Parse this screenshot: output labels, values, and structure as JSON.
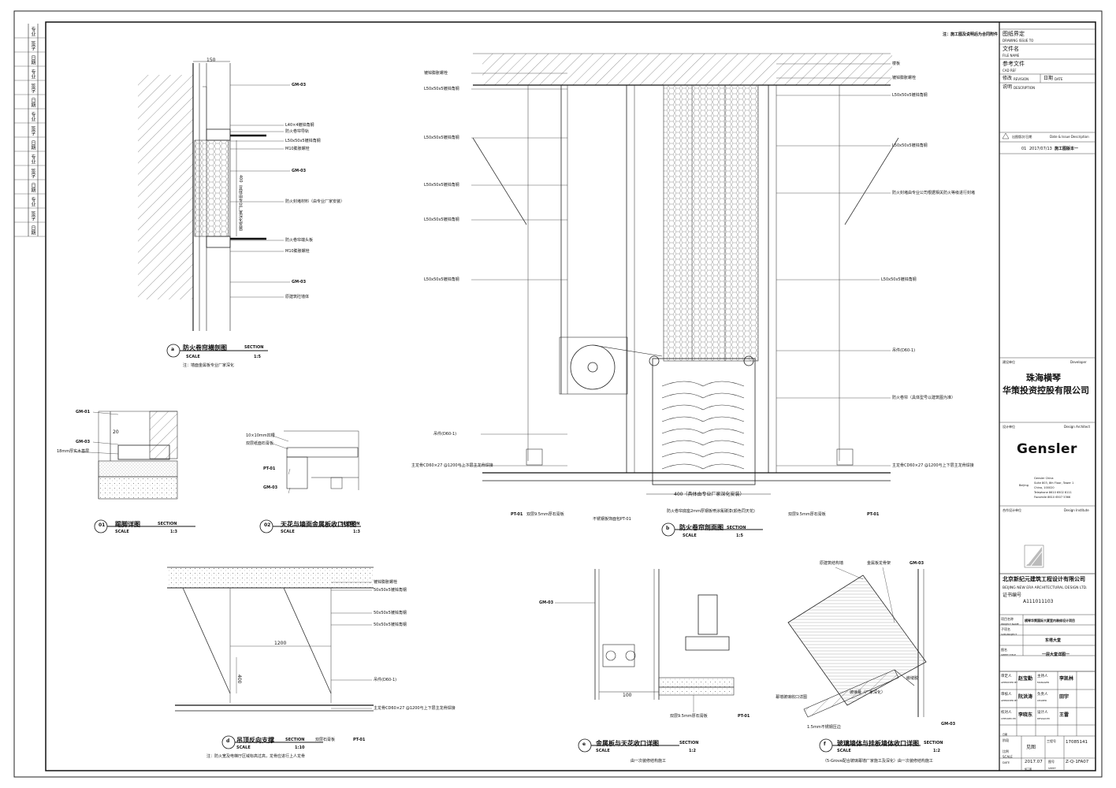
{
  "header_note": "注：施工图及说明后为合同附件",
  "left_strip": {
    "labels": [
      "专业",
      "签字",
      "日期",
      "专业",
      "签字",
      "日期",
      "专业",
      "签字",
      "日期",
      "专业",
      "签字",
      "日期",
      "专业",
      "签字",
      "日期"
    ]
  },
  "title_block": {
    "drawing_title_zh": "图纸界定",
    "drawing_title_en": "DRAWING ISSUE TO",
    "file_name_zh": "文件名",
    "file_name_en": "FILE NAME",
    "ref_zh": "参考文件",
    "ref_en": "CAD REF",
    "revision_zh": "修改",
    "revision_en": "REVISION",
    "date_zh": "日期",
    "date_en": "DATE",
    "desc_zh": "说明",
    "desc_en": "DESCRIPTION",
    "issue_header_left": "出图版次/日期",
    "issue_header_right": "Date & Issue Description",
    "issue_no": "01",
    "issue_date": "2017/07/13",
    "issue_desc": "施工图版本一",
    "developer_label": "建设单位",
    "developer_label_en": "Developer",
    "developer_name_1": "珠海横琴",
    "developer_name_2": "华策投资控股有限公司",
    "architect_label": "设计单位",
    "architect_label_en": "Design Architect",
    "architect_logo": "Gensler",
    "architect_addr": [
      "Gensler China",
      "Suite 803, 8th Floor, Tower 1",
      "China, 100020",
      "Telephone 8610 6502 8111",
      "Facsimile 8610 6507 5366"
    ],
    "architect_city": "Beijing",
    "institute_label": "合作设计单位",
    "institute_label_en": "Design Institute",
    "institute_name": "北京新纪元建筑工程设计有限公司",
    "institute_name_en": "BEIJING NEW ERA ARCHITECTURAL DESIGN LTD.",
    "cert_label": "证书编号",
    "cert_no": "A111011103",
    "project_label": "项目名称",
    "project_label_en": "PROJECT NAME",
    "project_name": "横琴华策国际大厦室内装修设计项目",
    "subproject_label": "子项名",
    "subproject_label_en": "SUB-PROJECT",
    "subproject_name": "东塔大堂",
    "sheet_label": "图名",
    "sheet_label_en": "SHEET TITLE",
    "sheet_name": "一层大堂详图一",
    "signers": [
      {
        "role": "审定人",
        "role_en": "APPROVED BY",
        "name": "赵宝勤",
        "role2": "主持人",
        "role2_en": "MANAGER",
        "name2": "李凯林"
      },
      {
        "role": "审核人",
        "role_en": "APPROVED BY",
        "name": "阮洪涛",
        "role2": "负责人",
        "role2_en": "LEADER",
        "name2": "田宇"
      },
      {
        "role": "校对人",
        "role_en": "CHECKED BY",
        "name": "李晓东",
        "role2": "设计人",
        "role2_en": "DESIGN BY",
        "name2": "王雷"
      }
    ],
    "stage_label": "阶段",
    "stage_value": "施工图",
    "stage_label2": "比例",
    "stage_value2": "见图",
    "project_no_label": "工程号",
    "project_no": "17085141",
    "date_label": "日期",
    "date_value": "2017.07",
    "sheet_no_label": "图号",
    "sheet_no": "Z-Q-1FA07",
    "scale_label_en": "SCALE",
    "date_label_en": "DATE",
    "sheet_label2_en": "SHEET"
  },
  "details": {
    "a": {
      "letter": "a",
      "title": "防火卷帘横剖图",
      "section": "SECTION",
      "scale_label": "SCALE",
      "scale": "1:5",
      "note": "注：墙面金属板专业厂家深化",
      "dim_top": "150",
      "labels": [
        "L40×4镀锌角钢",
        "防火卷帘导轨",
        "L50x50x5镀锌角钢",
        "M10膨胀螺栓",
        "GM-03",
        "防火封堵材料（由专业厂家安装）",
        "防火卷帘端头板",
        "M10膨胀螺栓",
        "GM-03",
        "原建筑砼墙体",
        "GM-03"
      ],
      "dim_side": "400（具体由专业厂家深化安装）"
    },
    "b": {
      "letter": "b",
      "title": "防火卷帘剖面图",
      "section": "SECTION",
      "scale_label": "SCALE",
      "scale": "1:5",
      "left_labels": [
        "镀锌膨胀螺栓",
        "L50x50x5镀锌角钢",
        "L50x50x5镀锌角钢",
        "L50x50x5镀锌角钢",
        "L50x50x5镀锌角钢",
        "L50x50x5镀锌角钢",
        "吊件(D60-1)",
        "主龙骨CD60×27\n@1200与上下层主龙骨焊接"
      ],
      "right_labels": [
        "楼板",
        "镀锌膨胀螺栓",
        "L50x50x5镀锌角钢",
        "L50x50x5镀锌角钢",
        "防火封堵由专业公司根据相关防火等级进行封堵",
        "L50x50x5镀锌角钢",
        "吊件(D60-1)",
        "防火卷帘（具体型号以建筑图为准）",
        "主龙骨CD60×27\n@1200与上下层主龙骨焊接"
      ],
      "dim": "400（具体由专业厂家深化安装）",
      "bottom_labels": [
        "双层9.5mm厚石膏板",
        "不锈钢板饰面包PT-01",
        "防火卷帘底座2mm厚钢板喷涂氟碳漆(颜色同天花)",
        "双层9.5mm厚石膏板"
      ],
      "tags": [
        "PT-01",
        "PT-01"
      ]
    },
    "c": {
      "letter": "01",
      "title": "踢脚详图",
      "section": "SECTION",
      "scale_label": "SCALE",
      "scale": "1:3",
      "labels": [
        "GM-01",
        "GM-03",
        "18mm厚实木基层"
      ],
      "dim": "20"
    },
    "d": {
      "letter": "02",
      "title": "天花与墙面金属板收口详图",
      "section": "SECTION",
      "scale_label": "SCALE",
      "scale": "1:3",
      "labels": [
        "10×10mm凹槽",
        "双层纸面石膏板",
        "PT-01",
        "GM-03"
      ]
    },
    "e": {
      "letter": "d",
      "title": "吊顶反向支撑",
      "section": "SECTION",
      "scale_label": "SCALE",
      "scale": "1:10",
      "note": "注：防火宽及电梯厅区域标高过高，龙骨应进行上人龙骨",
      "dims": [
        "1200",
        "400"
      ],
      "labels": [
        "镀锌膨胀螺栓",
        "50x50x5镀锌角钢",
        "50x50x5镀锌角钢",
        "50x50x5镀锌角钢",
        "吊件(D60-1)",
        "主龙骨CD60×27\n@1200与上下层主龙骨焊接",
        "双层石膏板",
        "PT-01"
      ]
    },
    "f": {
      "letter": "e",
      "title": "金属板与天花收口详图",
      "section": "SECTION",
      "scale_label": "SCALE",
      "scale": "1:2",
      "note": "由一次装修结构施工",
      "dim": "100",
      "labels": [
        "GM-03",
        "双层9.5mm厚石膏板",
        "PT-01"
      ]
    },
    "g": {
      "letter": "f",
      "title": "玻璃墙体与挂板墙体收口详图",
      "section": "SECTION",
      "scale_label": "SCALE",
      "scale": "1:2",
      "note": "（5-Grove配合玻璃幕墙厂家施工及深化）由一次装修结构施工",
      "labels": [
        "原建筑结构墙",
        "金属板龙骨架",
        "GM-03",
        "幕墙玻璃收口详图",
        "玻璃幕（厂家深化）",
        "1.5mm不锈钢压边",
        "GM-03",
        "嵌缝胶"
      ]
    }
  }
}
